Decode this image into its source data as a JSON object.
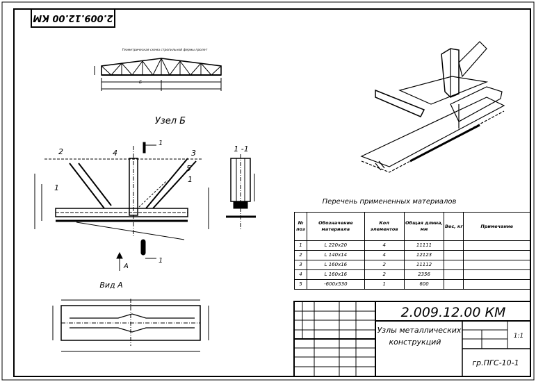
{
  "drawing_code": "2.009.12.00 КМ",
  "stamp_code_mirrored": "2.009.12.00 КМ",
  "truss_title": "Геометрическая схема стропильной фермы пролет",
  "node_title": "Узел Б",
  "section_title": "1 -1",
  "view_title": "Вид А",
  "labels": {
    "callout_1": "1",
    "callout_2": "2",
    "callout_3": "3",
    "callout_4": "4",
    "callout_5": "5",
    "section_mark_top": "1",
    "section_mark_bottom": "1",
    "view_arrow": "А",
    "node_mark_truss": "Б"
  },
  "materials": {
    "title": "Перечень примененных материалов",
    "headers": [
      "№ поз",
      "Обозначение материала",
      "Кол элементов",
      "Общая длина, мм",
      "Вес, кг",
      "Примечание"
    ],
    "rows": [
      [
        "1",
        "L 220х20",
        "4",
        "11111",
        "",
        ""
      ],
      [
        "2",
        "L 140х14",
        "4",
        "12123",
        "",
        ""
      ],
      [
        "3",
        "L 160х16",
        "2",
        "11112",
        "",
        ""
      ],
      [
        "4",
        "L 160х16",
        "2",
        "2356",
        "",
        ""
      ],
      [
        "5",
        "-600х530",
        "1",
        "600",
        "",
        ""
      ]
    ]
  },
  "title_block": {
    "code": "2.009.12.00 КМ",
    "name_line1": "Узлы металлических",
    "name_line2": "конструкций",
    "scale": "1:1",
    "group": "гр.ПГС-10-1"
  }
}
